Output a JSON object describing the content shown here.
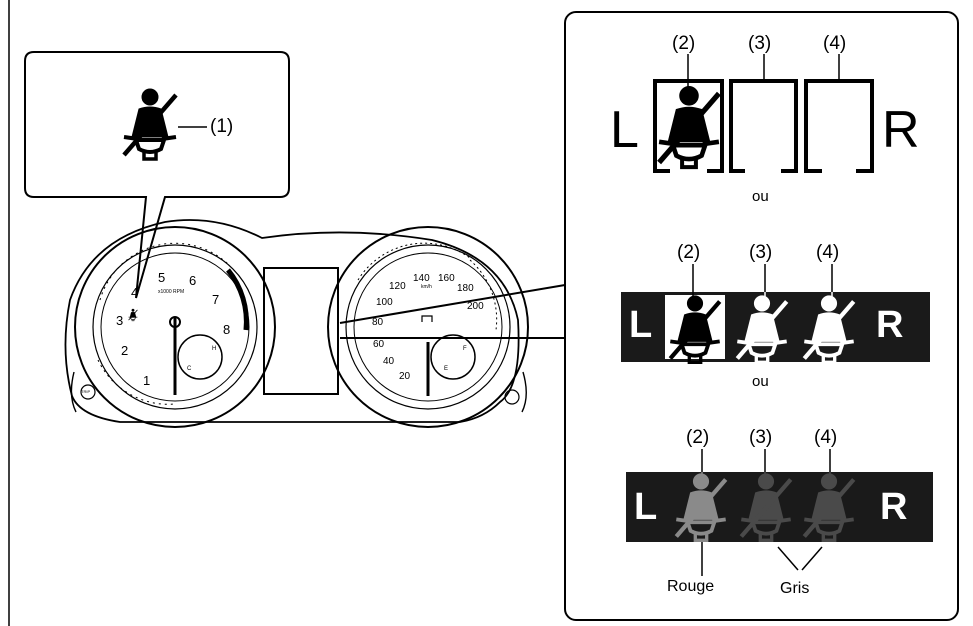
{
  "callouts": {
    "main_warning": "(1)",
    "pos_2": "(2)",
    "pos_3": "(3)",
    "pos_4": "(4)"
  },
  "sides": {
    "left": "L",
    "right": "R"
  },
  "separator": "ou",
  "captions": {
    "red": "Rouge",
    "gray": "Gris"
  },
  "tachometer": {
    "unit": "x1000 RPM",
    "ticks": [
      "1",
      "2",
      "3",
      "4",
      "5",
      "6",
      "7",
      "8"
    ]
  },
  "speedometer": {
    "unit": "km/h",
    "ticks": [
      "20",
      "40",
      "60",
      "80",
      "100",
      "120",
      "140",
      "160",
      "180",
      "200"
    ]
  },
  "gauges": {
    "hot": "H",
    "cold": "C",
    "full": "F",
    "empty": "E"
  },
  "buttons": {
    "trip": "TRIP"
  },
  "colors": {
    "warning_red_state": "#8a8a8a",
    "gray_state": "#4a4a4a",
    "panel_background": "#1a1a1a",
    "highlight_background": "#ffffff"
  },
  "icons": [
    "seatbelt-warning-icon"
  ]
}
